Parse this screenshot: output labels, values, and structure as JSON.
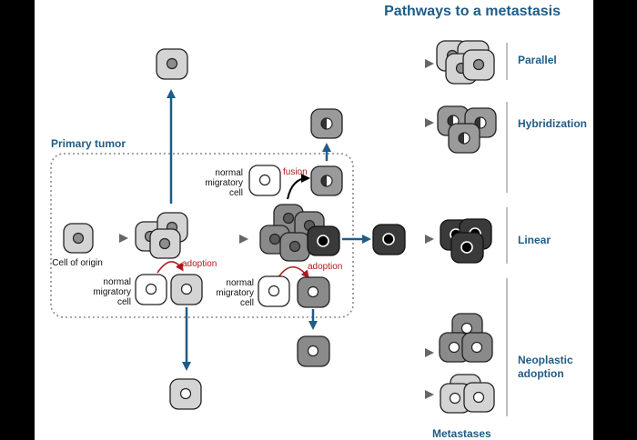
{
  "title": "Pathways to a metastasis",
  "primary_tumor_label": "Primary tumor",
  "cell_of_origin_label": "Cell of origin",
  "normal_migratory_cell": [
    "normal",
    "migratory",
    "cell"
  ],
  "fusion_label": "fusion",
  "adoption_label": "adoption",
  "metastases_label": "Metastases",
  "pathways": {
    "parallel": "Parallel",
    "hybridization": "Hybridization",
    "linear": "Linear",
    "neoplastic": [
      "Neoplastic",
      "adoption"
    ]
  },
  "colors": {
    "accent_blue": "#1f5c87",
    "red": "#b0181b",
    "cell_light": "#d4d4d4",
    "cell_mid": "#9a9a9a",
    "cell_dark": "#3a3a3a"
  }
}
